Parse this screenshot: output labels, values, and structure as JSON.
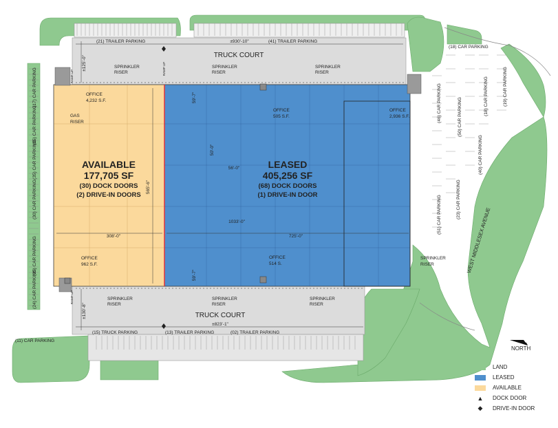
{
  "colors": {
    "land": "#8fc98f",
    "leased": "#4f8fcd",
    "available": "#fbd99c",
    "paving": "#dcdcdc",
    "divider": "#e2323a",
    "line": "#3a3a3a"
  },
  "building_available": {
    "heading": "AVAILABLE",
    "area": "177,705 SF",
    "dock_doors": "(30) DOCK DOORS",
    "drive_in": "(2) DRIVE-IN DOORS"
  },
  "building_leased": {
    "heading": "LEASED",
    "area": "405,256 SF",
    "dock_doors": "(68) DOCK DOORS",
    "drive_in": "(1) DRIVE-IN DOOR"
  },
  "truck_court_top": "TRUCK COURT",
  "truck_court_bottom": "TRUCK COURT",
  "dim_top_width": "±930'-10\"",
  "dim_bottom_width": "±823'-1\"",
  "dim_top_depth": "±125'-0\"",
  "dim_bottom_depth": "±130'-8\"",
  "dim_565": "565'-6\"",
  "dim_308": "308'-0\"",
  "dim_1033": "1033'-0\"",
  "dim_725": "725'-0\"",
  "dim_56": "56'-0\"",
  "dim_50": "50'-0\"",
  "dim_597a": "59'-7\"",
  "dim_597b": "59'-7\"",
  "sprinkler": "SPRINKLER",
  "riser": "RISER",
  "gas_riser_1": "GAS",
  "gas_riser_2": "RISER",
  "offices": [
    {
      "title": "OFFICE",
      "size": "4,232 S.F."
    },
    {
      "title": "OFFICE",
      "size": "505 S.F."
    },
    {
      "title": "OFFICE",
      "size": "2,936 S.F."
    },
    {
      "title": "OFFICE",
      "size": "962 S.F."
    },
    {
      "title": "OFFICE",
      "size": "514 S."
    }
  ],
  "ramp": "RAMP UP",
  "parking": {
    "top_left": "(21) TRAILER PARKING",
    "top_right": "(41) TRAILER PARKING",
    "bottom_truck": "(15) TRUCK PARKING",
    "bottom_trailer1": "(13) TRAILER PARKING",
    "bottom_trailer2": "(02) TRAILER PARKING",
    "car_bottom_left": "(11) CAR PARKING",
    "left_col": [
      "(17) CAR PARKING",
      "(35) CAR PARKING",
      "(35) CAR PARKING",
      "(30) CAR PARKING",
      "(35) CAR PARKING",
      "(24) CAR PARKING"
    ],
    "right_col1": [
      "(46) CAR PARKING",
      "(51) CAR PARKING"
    ],
    "right_col2": [
      "(50) CAR PARKING",
      "(23) CAR PARKING"
    ],
    "right_col3": [
      "(18) CAR PARKING",
      "(40) CAR PARKING"
    ],
    "right_col4": [
      "(19) CAR PARKING"
    ],
    "right_top": "(18) CAR PARKING"
  },
  "road": "WEST MIDDLESEX AVENUE",
  "north": "NORTH",
  "legend": [
    {
      "label": "LAND",
      "kind": "swatch",
      "color": "#8fc98f"
    },
    {
      "label": "LEASED",
      "kind": "swatch",
      "color": "#4f8fcd"
    },
    {
      "label": "AVAILABLE",
      "kind": "swatch",
      "color": "#fbd99c"
    },
    {
      "label": "DOCK DOOR",
      "kind": "symbol",
      "symbol": "▲"
    },
    {
      "label": "DRIVE-IN DOOR",
      "kind": "symbol",
      "symbol": "◆"
    }
  ]
}
